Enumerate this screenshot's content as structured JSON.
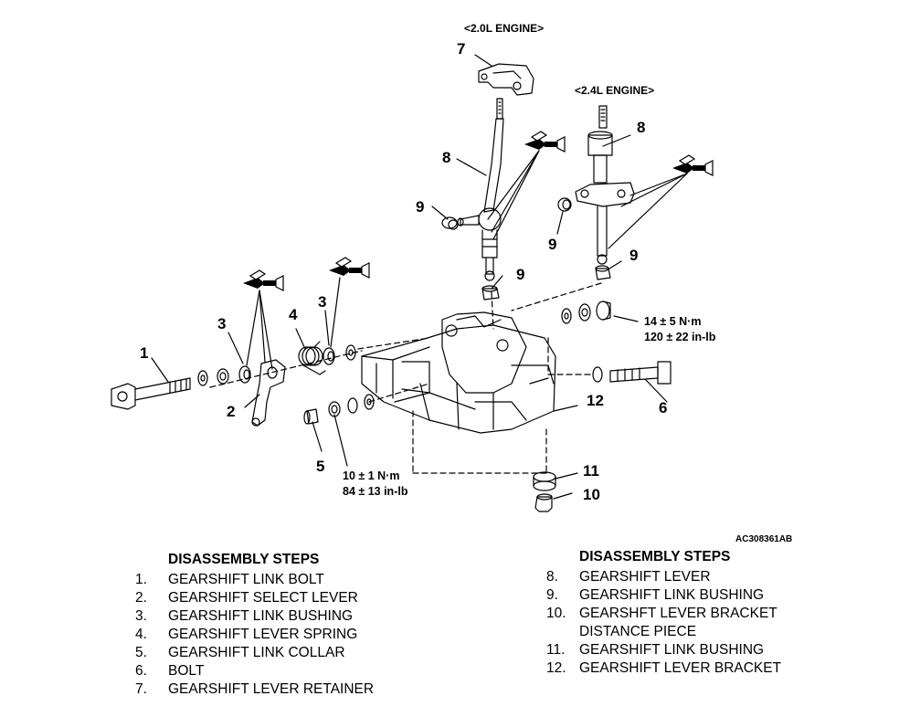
{
  "engine_labels": {
    "l20": "<2.0L ENGINE>",
    "l24": "<2.4L ENGINE>"
  },
  "callouts": {
    "c1": "1",
    "c2": "2",
    "c3a": "3",
    "c3b": "3",
    "c4": "4",
    "c5": "5",
    "c6": "6",
    "c7": "7",
    "c8a": "8",
    "c8b": "8",
    "c9a": "9",
    "c9b": "9",
    "c9c": "9",
    "c9d": "9",
    "c10": "10",
    "c11": "11",
    "c12": "12"
  },
  "torque": {
    "upper_nm": "14 ± 5 N·m",
    "upper_inlb": "120 ± 22 in-lb",
    "lower_nm": "10 ± 1 N·m",
    "lower_inlb": "84 ± 13 in-lb"
  },
  "ref_code": "AC308361AB",
  "steps_left": {
    "heading": "DISASSEMBLY STEPS",
    "items": [
      {
        "n": "1.",
        "t": "GEARSHIFT LINK BOLT"
      },
      {
        "n": "2.",
        "t": "GEARSHIFT SELECT LEVER"
      },
      {
        "n": "3.",
        "t": "GEARSHIFT LINK BUSHING"
      },
      {
        "n": "4.",
        "t": "GEARSHIFT LEVER SPRING"
      },
      {
        "n": "5.",
        "t": "GEARSHIFT LINK COLLAR"
      },
      {
        "n": "6.",
        "t": "BOLT"
      },
      {
        "n": "7.",
        "t": "GEARSHIFT LEVER RETAINER"
      }
    ]
  },
  "steps_right": {
    "heading": "DISASSEMBLY STEPS",
    "items": [
      {
        "n": "8.",
        "t": "GEARSHIFT LEVER"
      },
      {
        "n": "9.",
        "t": "GEARSHIFT LINK BUSHING"
      },
      {
        "n": "10.",
        "t": "GEARSHFT LEVER BRACKET"
      },
      {
        "n": "",
        "t": "DISTANCE PIECE"
      },
      {
        "n": "11.",
        "t": "GEARSHIFT LINK BUSHING"
      },
      {
        "n": "12.",
        "t": "GEARSHIFT LEVER BRACKET"
      }
    ]
  }
}
